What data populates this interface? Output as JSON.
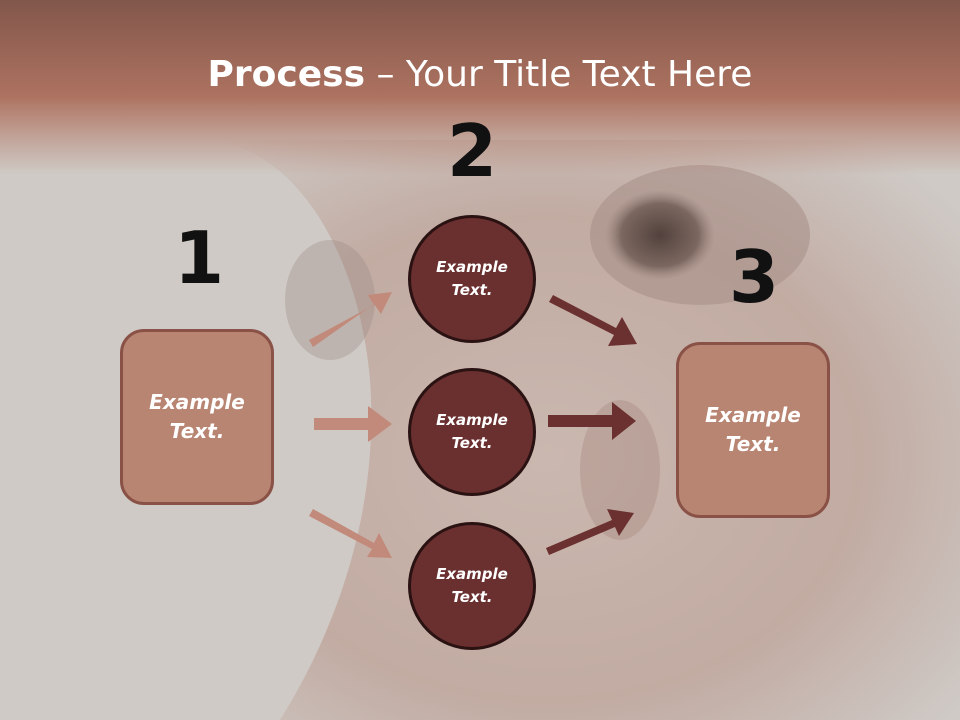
{
  "title": {
    "bold": "Process",
    "rest": " – Your Title Text Here"
  },
  "steps": [
    {
      "number": "1"
    },
    {
      "number": "2"
    },
    {
      "number": "3"
    }
  ],
  "left_box": {
    "line1": "Example",
    "line2": "Text."
  },
  "right_box": {
    "line1": "Example",
    "line2": "Text."
  },
  "circles": [
    {
      "line1": "Example",
      "line2": "Text."
    },
    {
      "line1": "Example",
      "line2": "Text."
    },
    {
      "line1": "Example",
      "line2": "Text."
    }
  ],
  "colors": {
    "header_band": "#a86a58",
    "box_fill": "#b98573",
    "box_border": "#8a5146",
    "circle_fill": "#6a2f2f",
    "circle_border": "#2a1212",
    "arrow_light": "#c28a7a",
    "arrow_dark": "#6b3030"
  }
}
